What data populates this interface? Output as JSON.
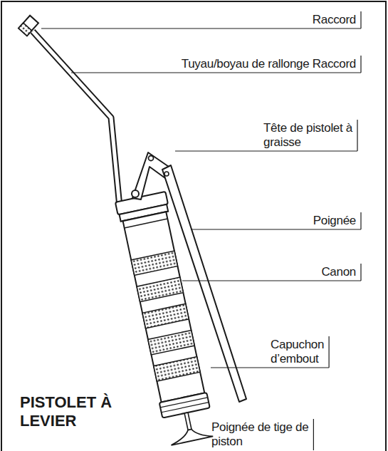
{
  "diagram": {
    "title": "PISTOLET À LEVIER",
    "labels": [
      "Raccord",
      "Tuyau/boyau de rallonge Raccord",
      "Tête de pistolet à graisse",
      "Poignée",
      "Canon",
      "Capuchon d’embout",
      "Poignée de tige de piston"
    ]
  }
}
